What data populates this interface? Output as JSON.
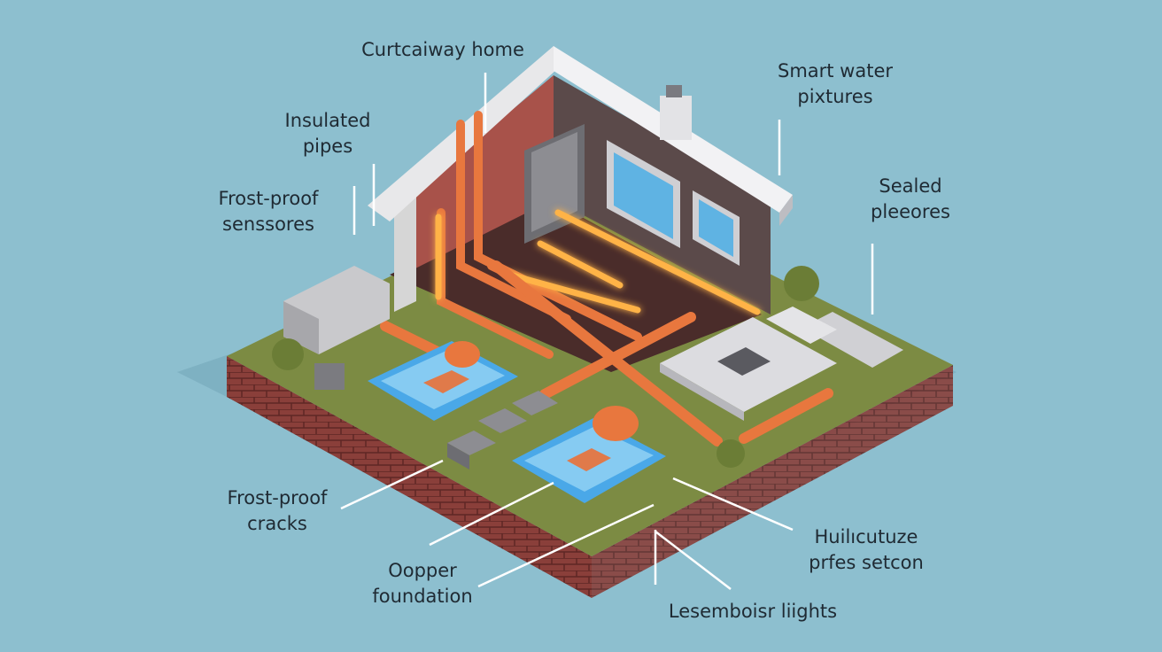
{
  "colors": {
    "background": "#8dbfcf",
    "pipe": "#e8773e",
    "pipe_glow": "#ffb347",
    "water": "#4aa8e8",
    "brick": "#8a3f3a",
    "grass": "#7c8b43",
    "wall": "#5b4a4a"
  },
  "labels": {
    "cutaway_home": [
      "Curtcaiway home"
    ],
    "insulated_pipes": [
      "Insulated",
      "pipes"
    ],
    "frost_sensors": [
      "Frost-proof",
      "senssores"
    ],
    "smart_water": [
      "Smart water",
      "pixtures"
    ],
    "sealed": [
      "Sealed",
      "pleeores"
    ],
    "frost_cracks": [
      "Frost-proof",
      "cracks"
    ],
    "copper_foundation": [
      "Oopper",
      "foundation"
    ],
    "hulicutuze": [
      "Huilıcutuze",
      "prfes setcon"
    ],
    "lights": [
      "Lesemboisr liights"
    ]
  }
}
